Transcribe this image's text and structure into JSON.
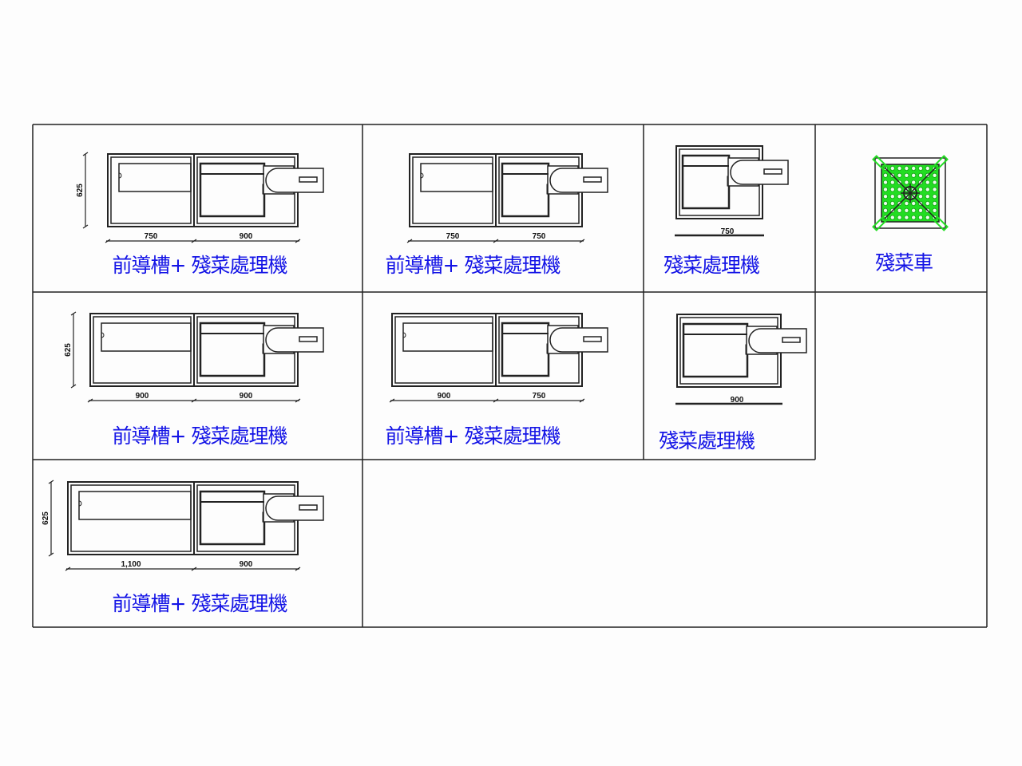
{
  "colors": {
    "label": "#1414e6",
    "line": "#222222",
    "cart": "#22dd22"
  },
  "cells": [
    {
      "id": "c1",
      "label": "前導槽+ 殘菜處理機",
      "dims": [
        "750",
        "900"
      ],
      "vertical": "625"
    },
    {
      "id": "c2",
      "label": "前導槽+ 殘菜處理機",
      "dims": [
        "750",
        "750"
      ]
    },
    {
      "id": "c3",
      "label": "殘菜處理機",
      "dims": [
        "750"
      ]
    },
    {
      "id": "c4",
      "label": "殘菜車"
    },
    {
      "id": "c5",
      "label": "前導槽+ 殘菜處理機",
      "dims": [
        "900",
        "900"
      ],
      "vertical": "625"
    },
    {
      "id": "c6",
      "label": "前導槽+ 殘菜處理機",
      "dims": [
        "900",
        "750"
      ]
    },
    {
      "id": "c7",
      "label": "殘菜處理機",
      "dims": [
        "900"
      ]
    },
    {
      "id": "c8",
      "label": "前導槽+ 殘菜處理機",
      "dims": [
        "1,100",
        "900"
      ],
      "vertical": "625"
    }
  ]
}
